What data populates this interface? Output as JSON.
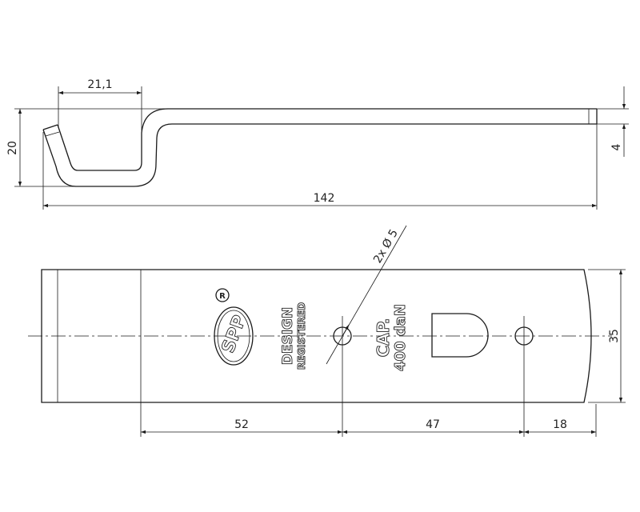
{
  "drawing": {
    "side_view": {
      "dim_hook_width": "21,1",
      "dim_height": "20",
      "dim_thickness": "4",
      "dim_length": "142"
    },
    "top_view": {
      "dim_holes": "2x Ø 5",
      "dim_width": "35",
      "dim_left_to_hole": "52",
      "dim_hole_to_hole": "47",
      "dim_hole_to_end": "18",
      "logo_text": "SPP",
      "registered_mark": "R",
      "design_label": "DESIGN",
      "registered_label": "REGISTERED",
      "capacity_label": "CAP.",
      "capacity_value": "400 daN"
    }
  }
}
